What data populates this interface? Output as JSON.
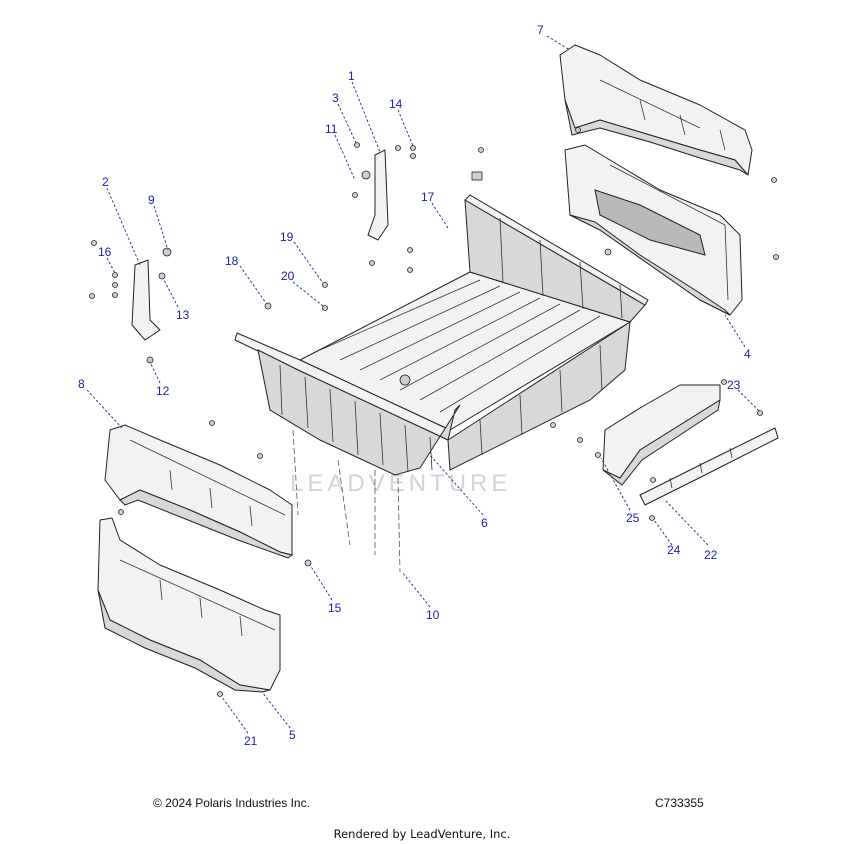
{
  "watermark": "LEADVENTURE",
  "footer": {
    "copyright": "© 2024 Polaris Industries Inc.",
    "code": "C733355",
    "rendered_by": "Rendered by LeadVenture, Inc."
  },
  "callouts": {
    "c1": "1",
    "c2": "2",
    "c3": "3",
    "c4": "4",
    "c5": "5",
    "c6": "6",
    "c7": "7",
    "c8": "8",
    "c9": "9",
    "c10": "10",
    "c11": "11",
    "c12": "12",
    "c13": "13",
    "c14": "14",
    "c15": "15",
    "c16": "16",
    "c17": "17",
    "c18": "18",
    "c19": "19",
    "c20": "20",
    "c21": "21",
    "c22": "22",
    "c23": "23",
    "c24": "24",
    "c25": "25"
  },
  "colors": {
    "callout": "#1a20b8",
    "line": "#222222"
  }
}
